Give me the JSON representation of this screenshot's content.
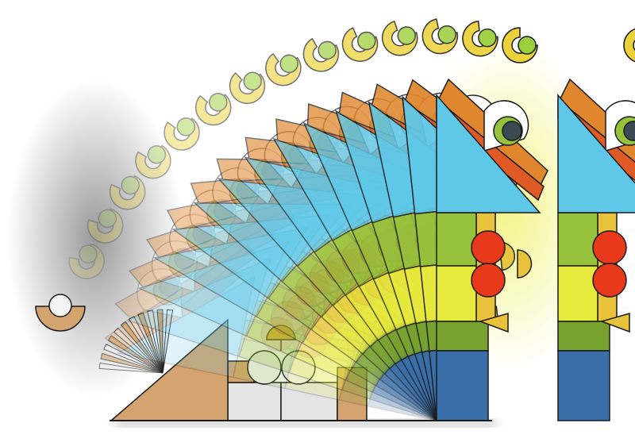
{
  "palette": {
    "blue_body": "#3a6ea8",
    "dark_green": "#78a22f",
    "yellow": "#e6ea3c",
    "light_green": "#96c13b",
    "sky_triangle": "#5fc8e8",
    "orange": "#e0872e",
    "red_orange": "#e05a26",
    "red_ball": "#e83a1a",
    "gold": "#e8c23a",
    "head_ring": "#ecd23a",
    "head_dot": "#9ccf3c",
    "tan": "#d3a46f",
    "light_gray": "#e4e4e4",
    "glow": "#f2f27a",
    "outline": "#1a1a1a"
  },
  "fan": {
    "copies": 13,
    "step_degrees": 6,
    "min_opacity": 0.18
  }
}
